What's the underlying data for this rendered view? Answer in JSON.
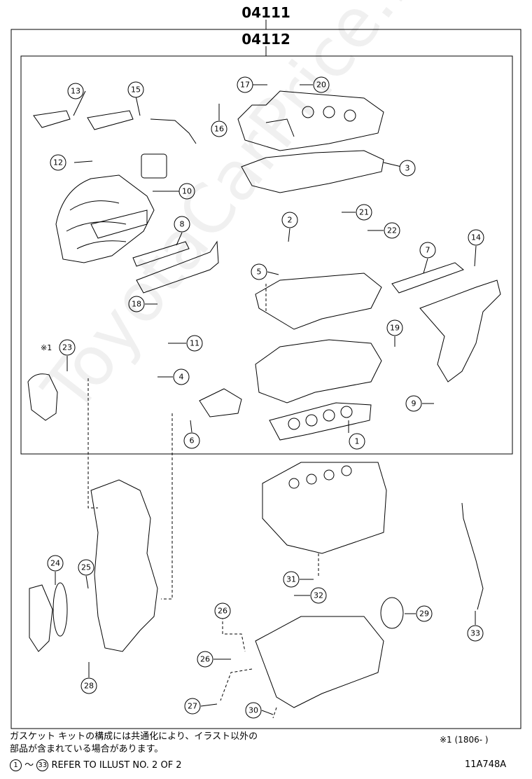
{
  "header": {
    "outer_code": "04111",
    "inner_code": "04112"
  },
  "callouts": [
    {
      "n": "1",
      "tag": "1"
    },
    {
      "n": "2",
      "tag": "2"
    },
    {
      "n": "3",
      "tag": "3"
    },
    {
      "n": "4",
      "tag": "4"
    },
    {
      "n": "5",
      "tag": "5"
    },
    {
      "n": "6",
      "tag": "6"
    },
    {
      "n": "7",
      "tag": "7"
    },
    {
      "n": "8",
      "tag": "8"
    },
    {
      "n": "9",
      "tag": "9"
    },
    {
      "n": "10",
      "tag": "10"
    },
    {
      "n": "11",
      "tag": "11"
    },
    {
      "n": "12",
      "tag": "12"
    },
    {
      "n": "13",
      "tag": "13"
    },
    {
      "n": "14",
      "tag": "14"
    },
    {
      "n": "15",
      "tag": "15"
    },
    {
      "n": "16",
      "tag": "16"
    },
    {
      "n": "17",
      "tag": "17"
    },
    {
      "n": "18",
      "tag": "18"
    },
    {
      "n": "19",
      "tag": "19"
    },
    {
      "n": "20",
      "tag": "20"
    },
    {
      "n": "21",
      "tag": "21"
    },
    {
      "n": "22",
      "tag": "22"
    },
    {
      "n": "23",
      "tag": "23"
    },
    {
      "n": "24",
      "tag": "24"
    },
    {
      "n": "25",
      "tag": "25"
    },
    {
      "n": "26a",
      "tag": "26"
    },
    {
      "n": "26b",
      "tag": "26"
    },
    {
      "n": "27",
      "tag": "27"
    },
    {
      "n": "28",
      "tag": "28"
    },
    {
      "n": "29",
      "tag": "29"
    },
    {
      "n": "30",
      "tag": "30"
    },
    {
      "n": "31",
      "tag": "31"
    },
    {
      "n": "32",
      "tag": "32"
    },
    {
      "n": "33",
      "tag": "33"
    }
  ],
  "note_mark": "※1",
  "footer": {
    "japanese_line1": "ガスケット キットの構成には共通化により、イラスト以外の",
    "japanese_line2": "部品が含まれている場合があります。",
    "range_start": "1",
    "range_sep": "～",
    "range_end": "33",
    "refer_text": "REFER TO ILLUST NO. 2 OF 2",
    "note_text": "※1 (1806-      )",
    "illustration_code": "11A748A"
  },
  "watermark": "ToyotaCarPrice.ru"
}
